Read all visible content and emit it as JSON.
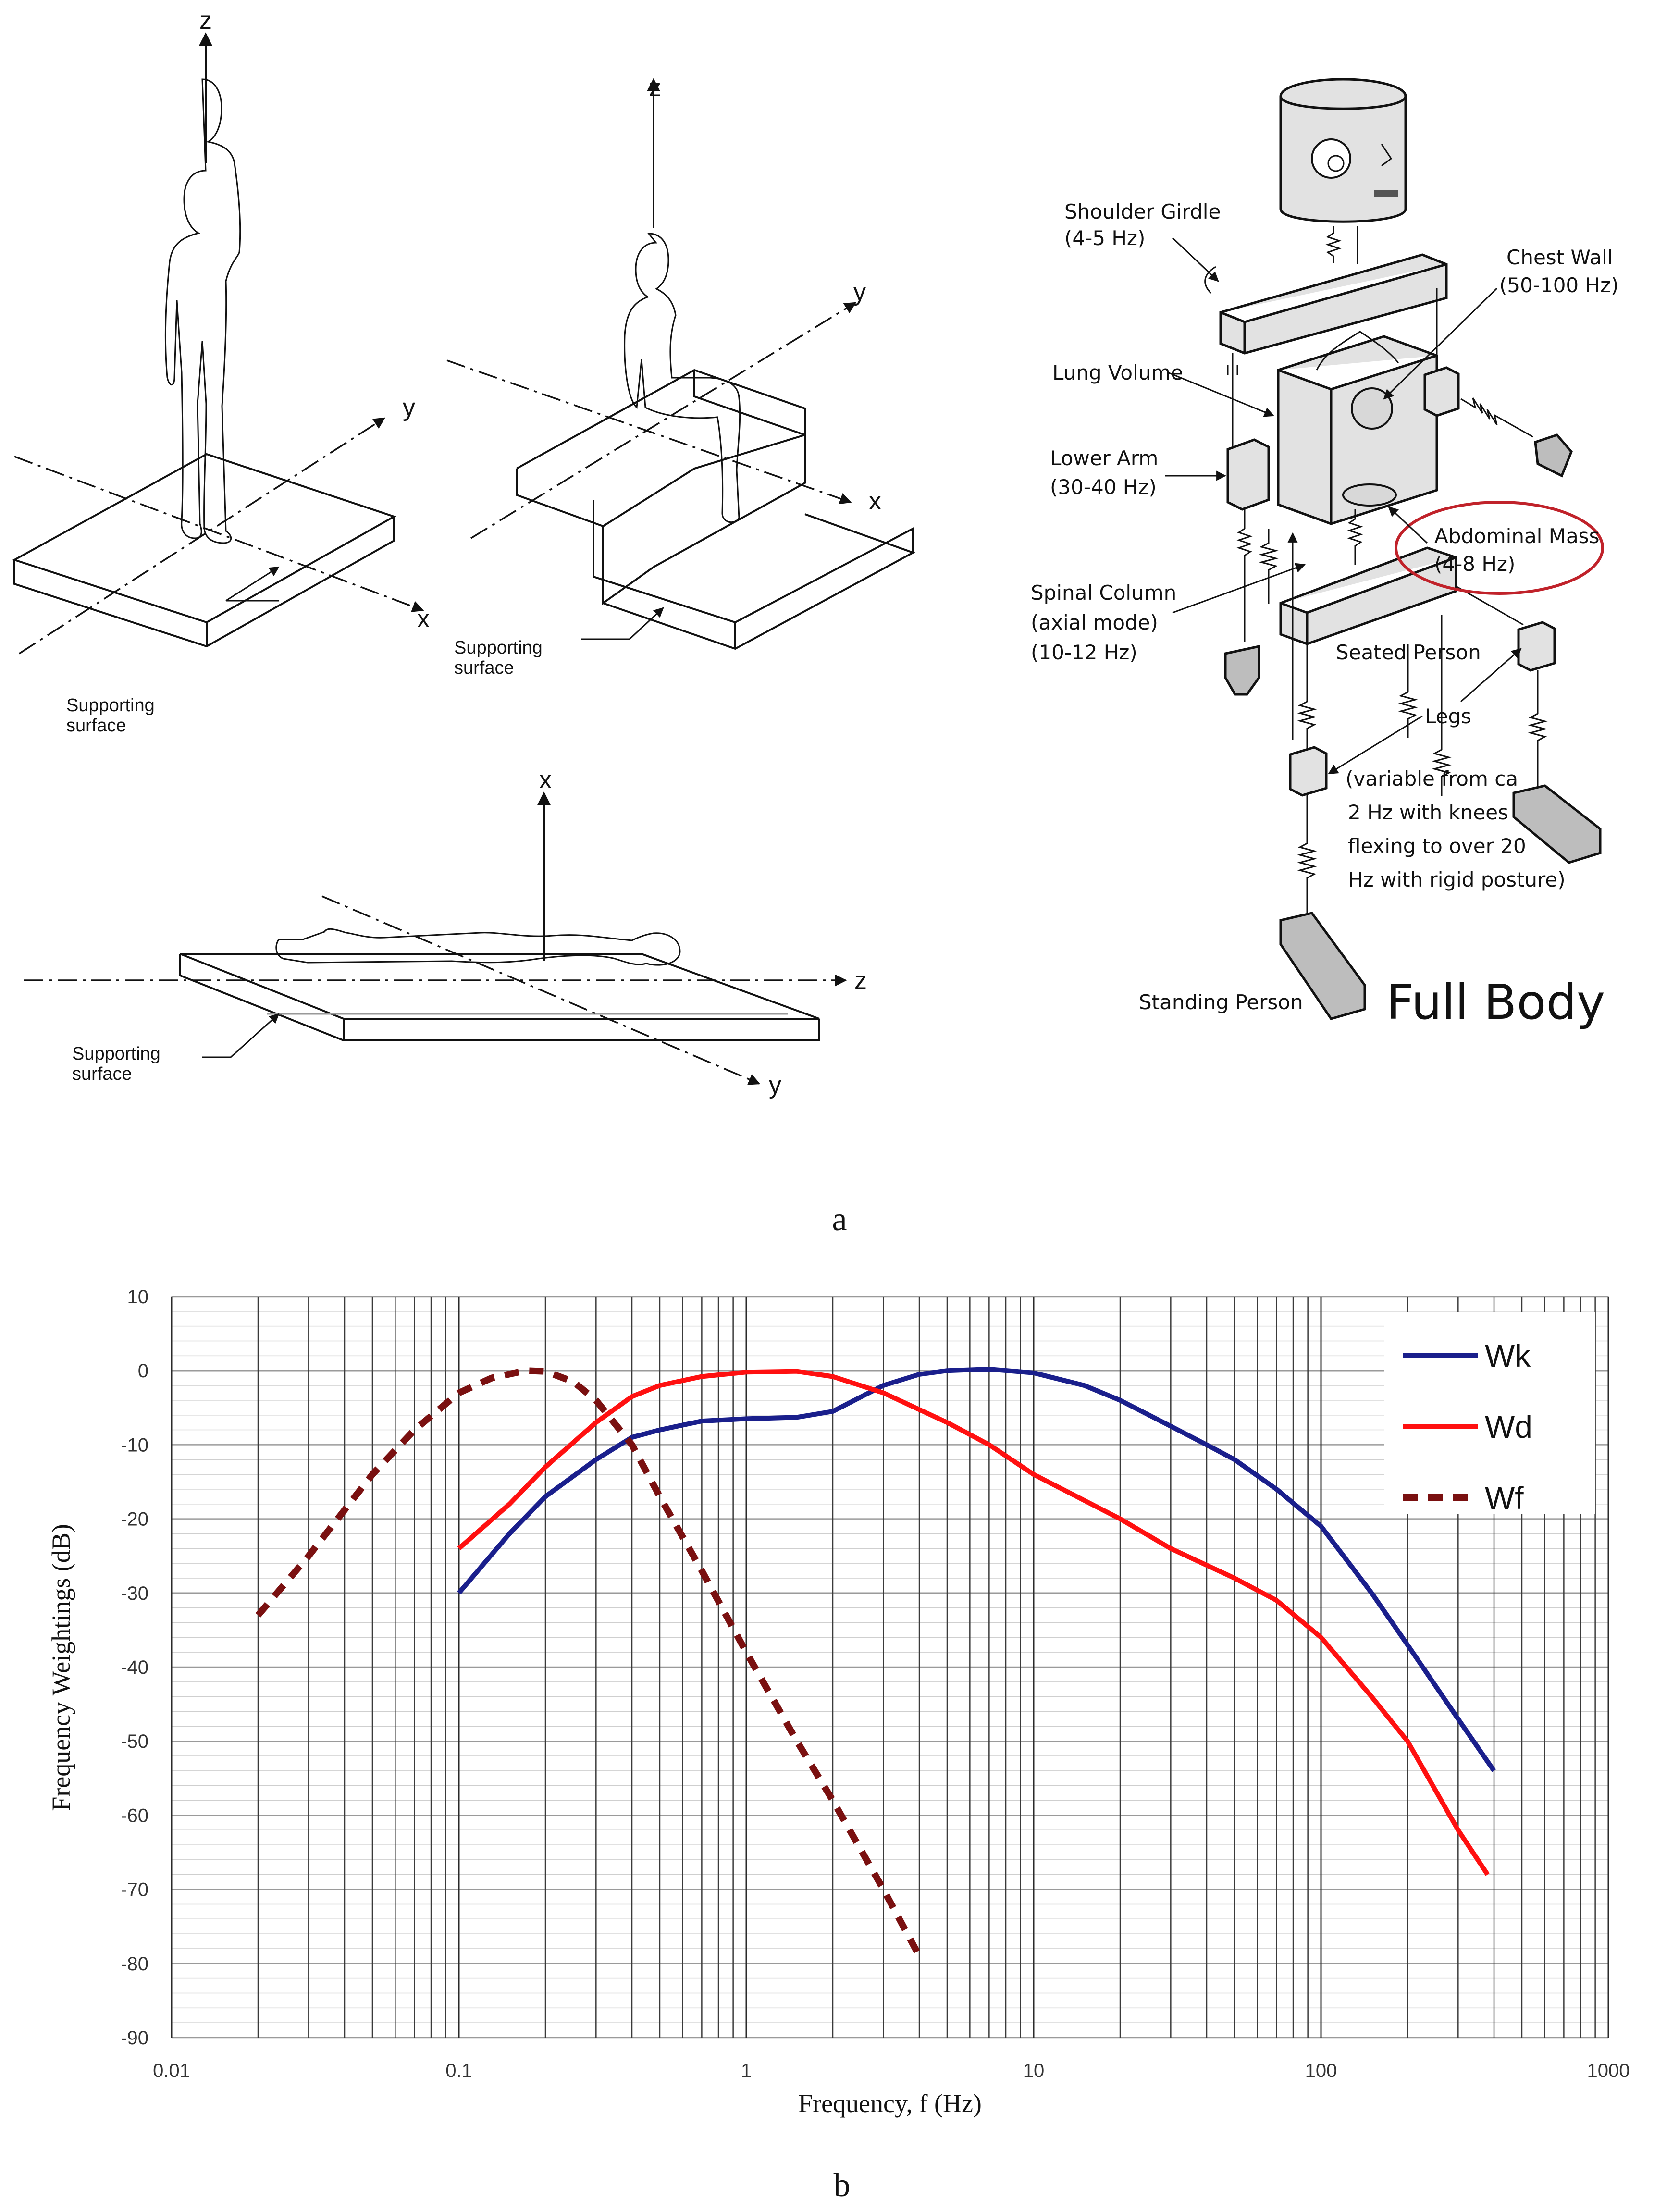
{
  "panel_a": {
    "caption": "a",
    "standing": {
      "z": "z",
      "y": "y",
      "x": "x",
      "surface": [
        "Supporting",
        "surface"
      ]
    },
    "seated": {
      "z": "z",
      "y": "y",
      "x": "x",
      "surface": [
        "Supporting",
        "surface"
      ]
    },
    "recumbent": {
      "x": "x",
      "z": "z",
      "y": "y",
      "surface": [
        "Supporting",
        "surface"
      ]
    },
    "body_model": {
      "title": "Full Body",
      "labels": {
        "shoulder": [
          "Shoulder Girdle",
          "(4-5 Hz)"
        ],
        "chest": [
          "Chest Wall",
          "(50-100 Hz)"
        ],
        "lung": [
          "Lung Volume"
        ],
        "lower_arm": [
          "Lower Arm",
          "(30-40 Hz)"
        ],
        "abdominal": [
          "Abdominal Mass",
          "(4-8 Hz)"
        ],
        "spinal": [
          "Spinal Column",
          "(axial mode)",
          "(10-12 Hz)"
        ],
        "seated": [
          "Seated Person"
        ],
        "legs": [
          "Legs"
        ],
        "legs_note": [
          "(variable from ca",
          "2 Hz with knees",
          "flexing to over 20",
          "Hz with rigid posture)"
        ],
        "standing": [
          "Standing Person"
        ]
      },
      "highlight_color": "#c0222a"
    }
  },
  "panel_b": {
    "caption": "b"
  },
  "chart_data": {
    "type": "line",
    "xlabel": "Frequency, f (Hz)",
    "ylabel": "Frequency Weightings (dB)",
    "xscale": "log",
    "xlim": [
      0.01,
      1000
    ],
    "ylim": [
      -90,
      10
    ],
    "x_ticks": [
      "0.01",
      "0.1",
      "1",
      "10",
      "100",
      "1000"
    ],
    "y_ticks": [
      "10",
      "0",
      "-10",
      "-20",
      "-30",
      "-40",
      "-50",
      "-60",
      "-70",
      "-80",
      "-90"
    ],
    "grid": true,
    "legend_position": "top-right",
    "series": [
      {
        "name": "Wk",
        "color": "#1a1f8c",
        "style": "solid",
        "points": [
          [
            0.1,
            -30
          ],
          [
            0.15,
            -22
          ],
          [
            0.2,
            -17
          ],
          [
            0.3,
            -12
          ],
          [
            0.4,
            -9
          ],
          [
            0.5,
            -8
          ],
          [
            0.7,
            -6.8
          ],
          [
            1,
            -6.5
          ],
          [
            1.5,
            -6.3
          ],
          [
            2,
            -5.5
          ],
          [
            3,
            -2
          ],
          [
            4,
            -0.5
          ],
          [
            5,
            0
          ],
          [
            7,
            0.2
          ],
          [
            10,
            -0.3
          ],
          [
            15,
            -2
          ],
          [
            20,
            -4
          ],
          [
            30,
            -7.5
          ],
          [
            40,
            -10
          ],
          [
            50,
            -12
          ],
          [
            70,
            -16
          ],
          [
            100,
            -21
          ],
          [
            150,
            -30
          ],
          [
            200,
            -37
          ],
          [
            300,
            -47
          ],
          [
            400,
            -54
          ]
        ]
      },
      {
        "name": "Wd",
        "color": "#ff1010",
        "style": "solid",
        "points": [
          [
            0.1,
            -24
          ],
          [
            0.15,
            -18
          ],
          [
            0.2,
            -13
          ],
          [
            0.3,
            -7
          ],
          [
            0.4,
            -3.5
          ],
          [
            0.5,
            -2
          ],
          [
            0.7,
            -0.8
          ],
          [
            1,
            -0.2
          ],
          [
            1.5,
            -0.1
          ],
          [
            2,
            -0.8
          ],
          [
            3,
            -3
          ],
          [
            5,
            -7
          ],
          [
            7,
            -10
          ],
          [
            10,
            -14
          ],
          [
            20,
            -20
          ],
          [
            30,
            -24
          ],
          [
            50,
            -28
          ],
          [
            70,
            -31
          ],
          [
            100,
            -36
          ],
          [
            150,
            -44
          ],
          [
            200,
            -50
          ],
          [
            300,
            -62
          ],
          [
            380,
            -68
          ]
        ]
      },
      {
        "name": "Wf",
        "color": "#7a1010",
        "style": "dashed",
        "points": [
          [
            0.02,
            -33
          ],
          [
            0.03,
            -25
          ],
          [
            0.05,
            -14
          ],
          [
            0.07,
            -8
          ],
          [
            0.1,
            -3
          ],
          [
            0.13,
            -1
          ],
          [
            0.17,
            0
          ],
          [
            0.2,
            -0.1
          ],
          [
            0.25,
            -1.5
          ],
          [
            0.3,
            -4
          ],
          [
            0.4,
            -10
          ],
          [
            0.5,
            -17
          ],
          [
            0.7,
            -27
          ],
          [
            1,
            -38
          ],
          [
            1.5,
            -50
          ],
          [
            2,
            -58
          ],
          [
            3,
            -70
          ],
          [
            4,
            -79
          ]
        ]
      }
    ]
  }
}
